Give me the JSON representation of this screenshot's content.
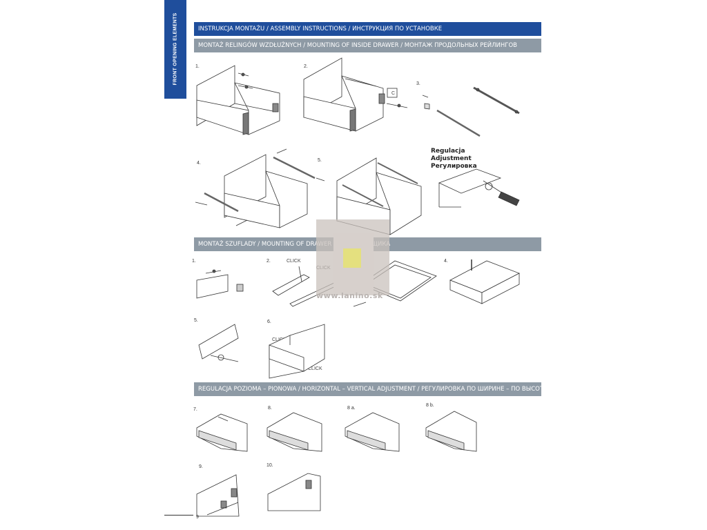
{
  "side_tab": "FRONT OPENING ELEMENTS",
  "header": {
    "title": "INSTRUKCJA MONTAŻU / ASSEMBLY INSTRUCTIONS / ИНСТРУКЦИЯ ПО УСТАНОВКЕ",
    "section1": "MONTAŻ RELINGÓW WZDŁUŻNYCH / MOUNTING OF INSIDE DRAWER / МОНТАЖ ПРОДОЛЬНЫХ РЕЙЛИНГОВ",
    "section2": "MONTAŻ SZUFLADY / MOUNTING OF DRAWER / МОНТАЖ ЯЩИКА",
    "section3": "REGULACJA POZIOMA – PIONOWA / HORIZONTAL – VERTICAL ADJUSTMENT / РЕГУЛИРОВКА ПО ШИРИНЕ – ПО ВЫСОТЕ"
  },
  "steps": {
    "s1": [
      "1.",
      "2.",
      "3.",
      "4.",
      "5."
    ],
    "s2": [
      "1.",
      "2.",
      "3.",
      "4.",
      "5.",
      "6."
    ],
    "s3": [
      "7.",
      "8.",
      "8 a.",
      "8 b.",
      "9.",
      "10."
    ]
  },
  "labels": {
    "c": "C",
    "click": "CLICK",
    "adjustment": [
      "Regulacja",
      "Adjustment",
      "Регулировка"
    ]
  },
  "watermark": "www.lanino.sk",
  "page_number": "9",
  "colors": {
    "blue": "#1f4e9c",
    "grey": "#8e9aa5"
  }
}
